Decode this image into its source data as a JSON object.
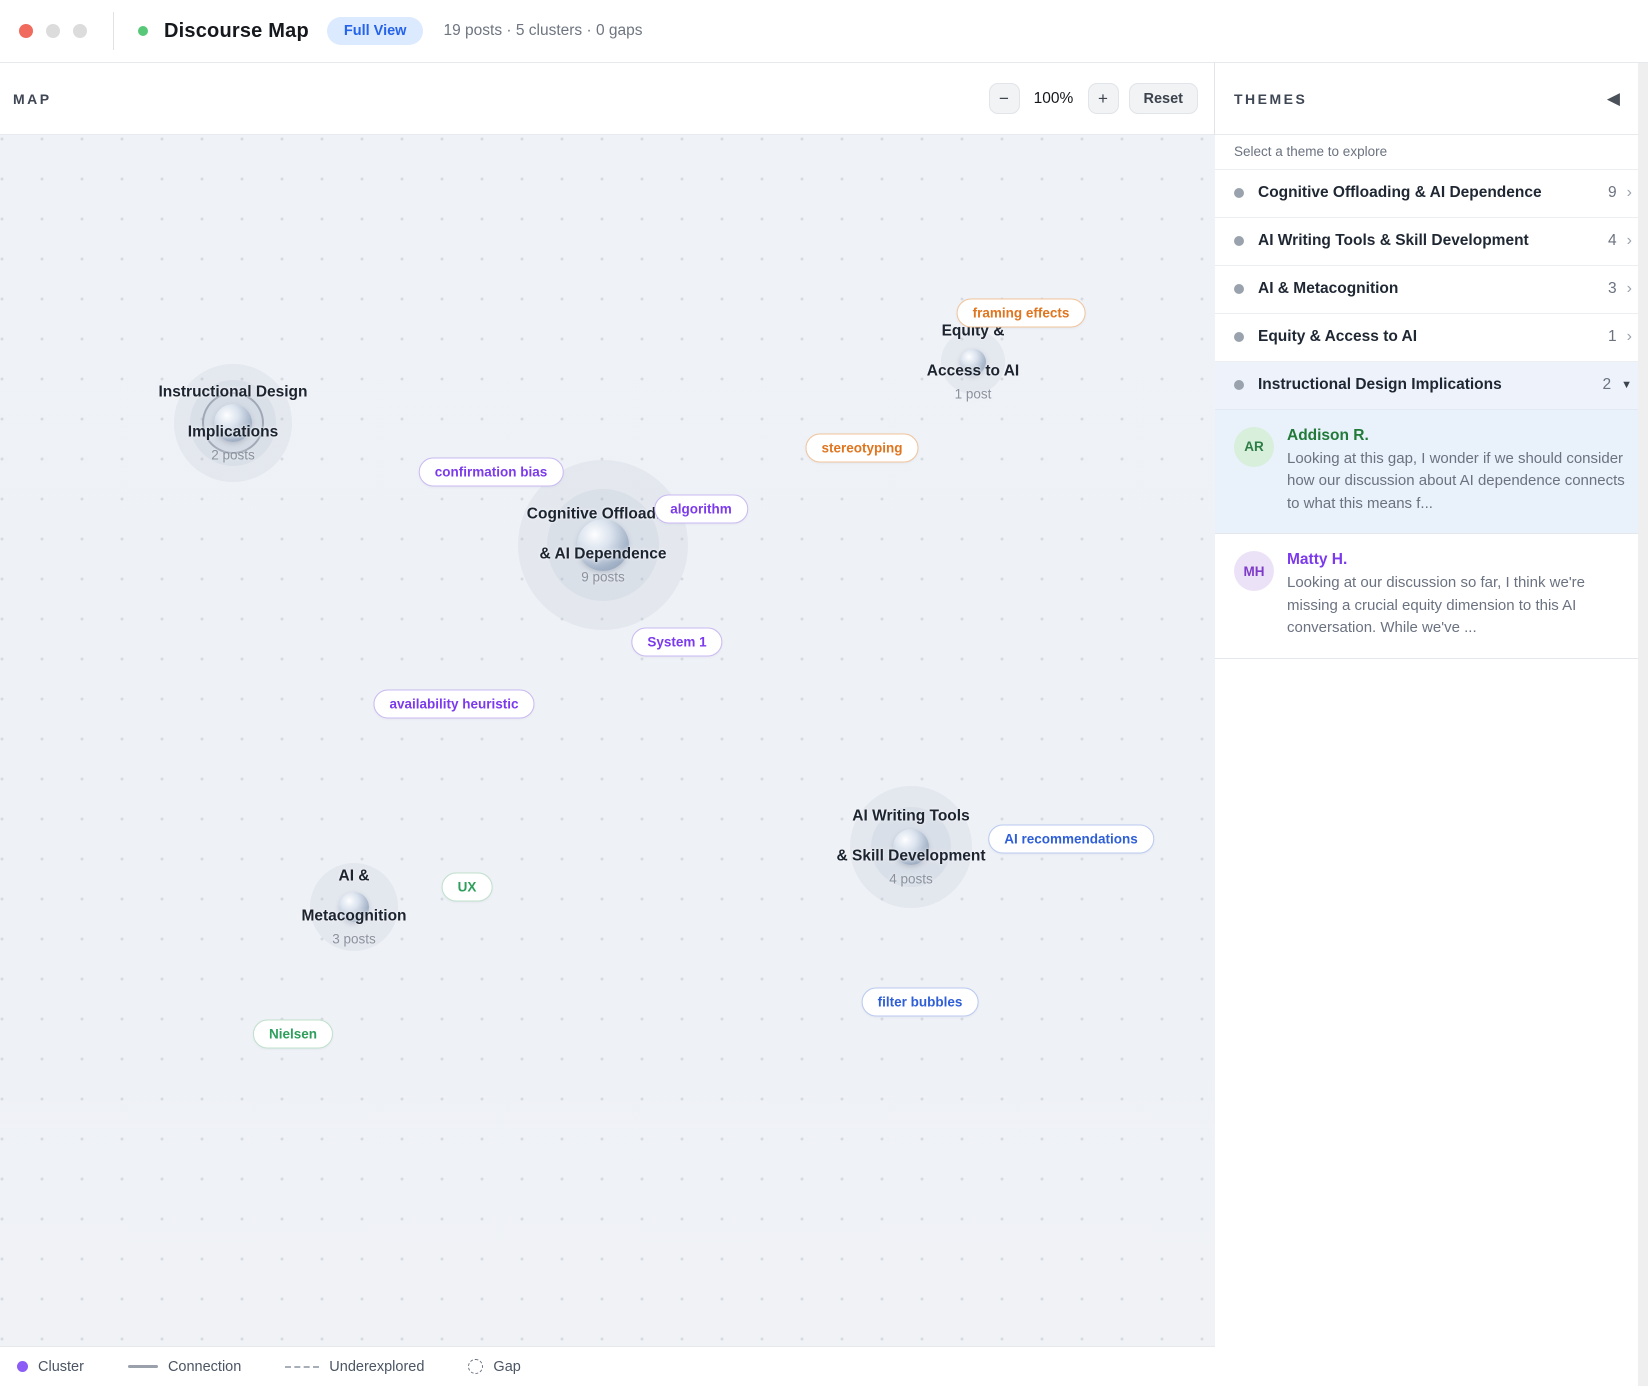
{
  "titlebar": {
    "title": "Discourse Map",
    "badge": "Full View",
    "stats": "19 posts · 5 clusters · 0 gaps"
  },
  "map": {
    "panel_label": "MAP",
    "zoom": {
      "out": "−",
      "level": "100%",
      "in": "+",
      "reset": "Reset"
    },
    "clusters": [
      {
        "id": "instructional",
        "line1": "Instructional Design",
        "line2": "Implications",
        "posts": "2 posts",
        "selected": true
      },
      {
        "id": "cognitive",
        "line1": "Cognitive Offloading",
        "line2": "& AI Dependence",
        "posts": "9 posts",
        "selected": false
      },
      {
        "id": "equity",
        "line1": "Equity &",
        "line2": "Access to AI",
        "posts": "1 post",
        "selected": false
      },
      {
        "id": "ai-writing",
        "line1": "AI Writing Tools",
        "line2": "& Skill Development",
        "posts": "4 posts",
        "selected": false
      },
      {
        "id": "metacognition",
        "line1": "AI &",
        "line2": "Metacognition",
        "posts": "3 posts",
        "selected": false
      }
    ],
    "tags": [
      {
        "label": "framing effects",
        "color": "orange"
      },
      {
        "label": "stereotyping",
        "color": "orange"
      },
      {
        "label": "confirmation bias",
        "color": "purple"
      },
      {
        "label": "algorithm",
        "color": "purple"
      },
      {
        "label": "System 1",
        "color": "purple"
      },
      {
        "label": "availability heuristic",
        "color": "purple"
      },
      {
        "label": "AI recommendations",
        "color": "blue"
      },
      {
        "label": "UX",
        "color": "green"
      },
      {
        "label": "filter bubbles",
        "color": "blue"
      },
      {
        "label": "Nielsen",
        "color": "green"
      }
    ],
    "legend": {
      "cluster": "Cluster",
      "connection": "Connection",
      "underexplored": "Underexplored",
      "gap": "Gap"
    }
  },
  "sidebar": {
    "title": "THEMES",
    "collapse_icon": "◀",
    "hint": "Select a theme to explore",
    "themes": [
      {
        "label": "Cognitive Offloading & AI Dependence",
        "count": "9",
        "chevron": "›"
      },
      {
        "label": "AI Writing Tools & Skill Development",
        "count": "4",
        "chevron": "›"
      },
      {
        "label": "AI & Metacognition",
        "count": "3",
        "chevron": "›"
      },
      {
        "label": "Equity & Access to AI",
        "count": "1",
        "chevron": "›"
      },
      {
        "label": "Instructional Design Implications",
        "count": "2",
        "chevron": "▼",
        "expanded": true
      }
    ],
    "posts": [
      {
        "initials": "AR",
        "name": "Addison R.",
        "text": "Looking at this gap, I wonder if we should consider how our discussion about AI dependence connects to what this means f..."
      },
      {
        "initials": "MH",
        "name": "Matty H.",
        "text": "Looking at our discussion so far, I think we're missing a crucial equity dimension to this AI conversation. While we've ..."
      }
    ]
  },
  "colors": {
    "badge_bg": "#dbeafe",
    "badge_text": "#2563eb",
    "status_green": "#57c878",
    "tag_purple": "#7c3aed",
    "tag_orange": "#e0751f",
    "tag_blue": "#2f5fd7",
    "tag_green": "#2e9e5b",
    "legend_cluster": "#8b5cf6",
    "selected_row_bg": "#edf2fb",
    "post_highlight_bg": "#e9f1fb",
    "avatar_green_bg": "#d8efdc",
    "avatar_purple_bg": "#ece2f8"
  }
}
